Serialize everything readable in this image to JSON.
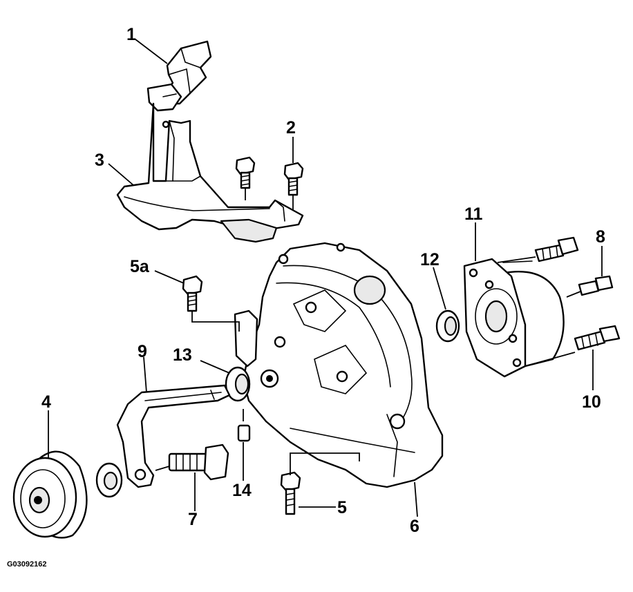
{
  "figure_id": "G03092162",
  "callouts": {
    "c1": "1",
    "c2": "2",
    "c3": "3",
    "c4": "4",
    "c5": "5",
    "c5a": "5a",
    "c6": "6",
    "c7": "7",
    "c8": "8",
    "c9": "9",
    "c10": "10",
    "c11": "11",
    "c12": "12",
    "c13": "13",
    "c14": "14"
  }
}
